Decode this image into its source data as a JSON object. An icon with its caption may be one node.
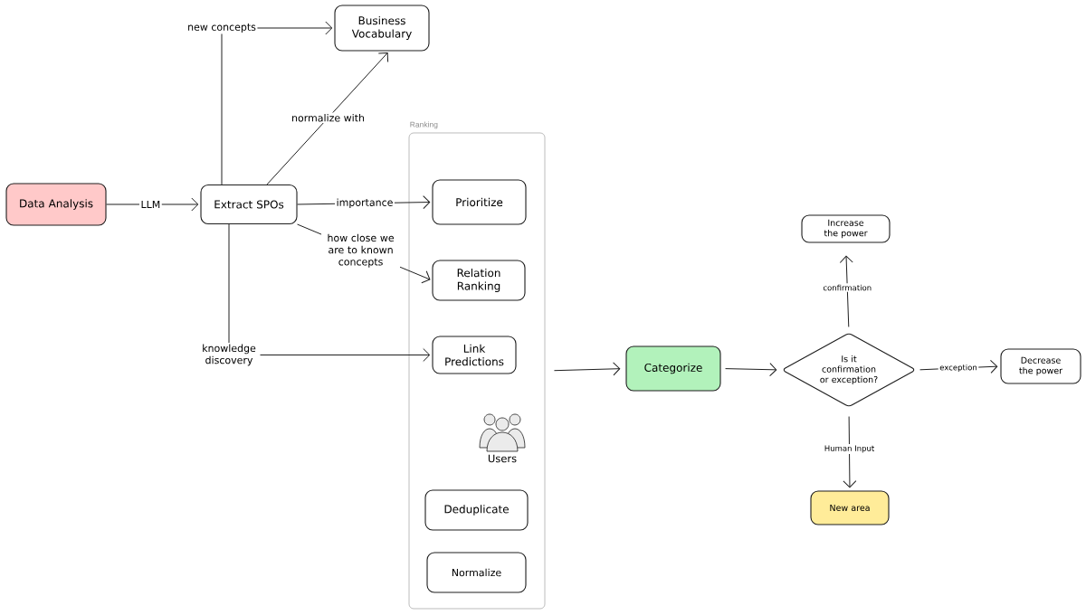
{
  "diagram": {
    "nodes": [
      {
        "text": [
          "Data Analysis"
        ]
      },
      {
        "text": [
          "Extract SPOs"
        ]
      },
      {
        "text": [
          "Business Vocabulary"
        ]
      },
      {
        "text": [
          "Ranking"
        ]
      },
      {
        "text": [
          "Prioritize"
        ],
        "in": 3
      },
      {
        "text": [
          "Relation Ranking"
        ],
        "in": 3
      },
      {
        "text": [
          "Link Predictions"
        ],
        "in": 3
      },
      {
        "text": [
          "Users"
        ],
        "in": 3
      },
      {
        "text": [
          "Deduplicate"
        ],
        "in": 3
      },
      {
        "text": [
          "Normalize"
        ],
        "in": 3
      },
      {
        "text": [
          "Categorize"
        ]
      },
      {
        "text": [
          "Is it confirmation or exception?"
        ]
      },
      {
        "text": [
          "Increase the power"
        ]
      },
      {
        "text": [
          "Decrease the power"
        ]
      },
      {
        "text": [
          "New area"
        ]
      }
    ],
    "edges": [
      {
        "from": 0,
        "to": 1,
        "arrow": "to",
        "label": "LLM"
      },
      {
        "from": 1,
        "to": 2,
        "arrow": "to",
        "label": "new concepts"
      },
      {
        "from": 1,
        "to": 2,
        "arrow": "to",
        "label": "normalize with"
      },
      {
        "from": 1,
        "to": 4,
        "arrow": "to",
        "label": "importance"
      },
      {
        "from": 1,
        "to": 5,
        "arrow": "to",
        "label": "how close we are to known concepts"
      },
      {
        "from": 1,
        "to": 6,
        "arrow": "to",
        "label": "knowledge discovery"
      },
      {
        "from": 3,
        "to": 10,
        "arrow": "to"
      },
      {
        "from": 10,
        "to": 11,
        "arrow": "to"
      },
      {
        "from": 11,
        "to": 12,
        "arrow": "to",
        "label": "confirmation"
      },
      {
        "from": 11,
        "to": 13,
        "arrow": "to",
        "label": "exception"
      },
      {
        "from": 11,
        "to": 14,
        "arrow": "to",
        "label": "Human Input"
      }
    ]
  }
}
